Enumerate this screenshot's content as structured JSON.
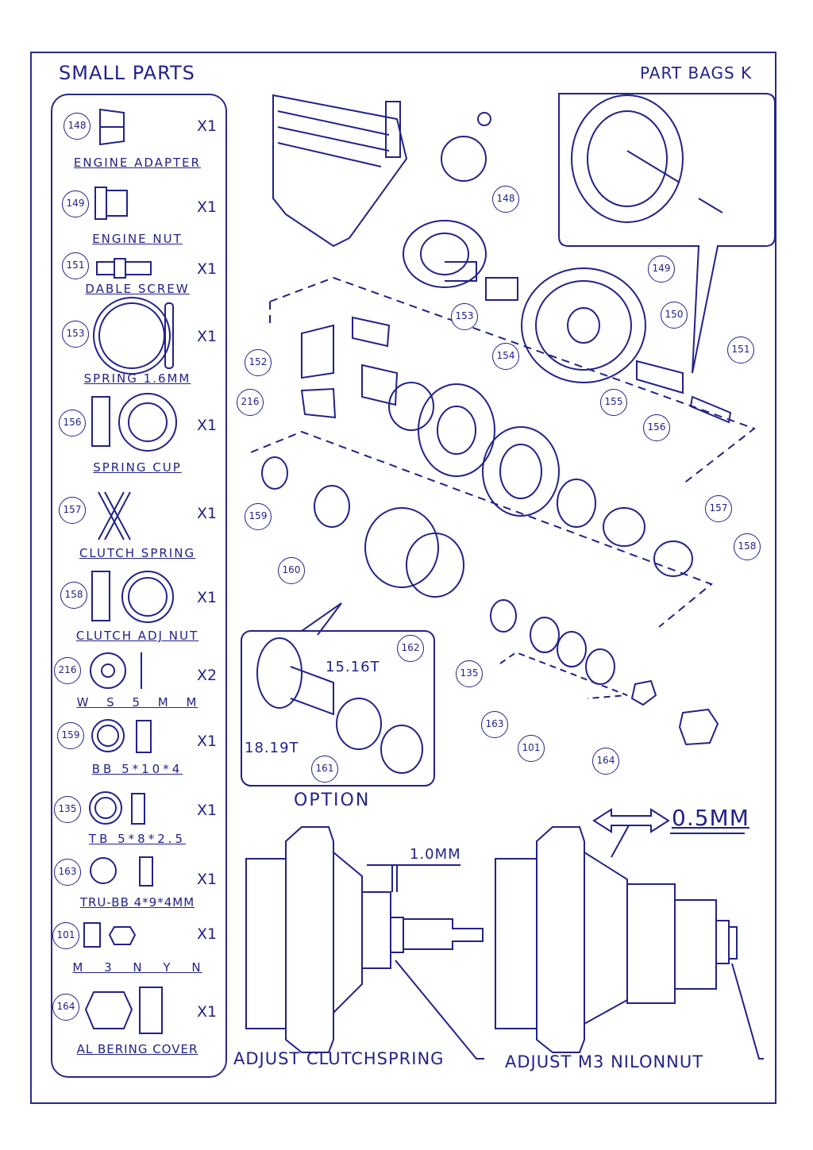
{
  "header": {
    "left_title": "SMALL PARTS",
    "right_title": "PART BAGS K"
  },
  "small_parts": [
    {
      "num": "148",
      "label": "ENGINE ADAPTER",
      "qty": "X1"
    },
    {
      "num": "149",
      "label": "ENGINE NUT",
      "qty": "X1"
    },
    {
      "num": "151",
      "label": "DABLE SCREW",
      "qty": "X1"
    },
    {
      "num": "153",
      "label": "SPRING 1.6MM",
      "qty": "X1"
    },
    {
      "num": "156",
      "label": "SPRING CUP",
      "qty": "X1"
    },
    {
      "num": "157",
      "label": "CLUTCH SPRING",
      "qty": "X1"
    },
    {
      "num": "158",
      "label": "CLUTCH ADJ NUT",
      "qty": "X1"
    },
    {
      "num": "216",
      "label": "W S 5 M M",
      "qty": "X2"
    },
    {
      "num": "159",
      "label": "BB 5*10*4",
      "qty": "X1"
    },
    {
      "num": "135",
      "label": "TB 5*8*2.5",
      "qty": "X1"
    },
    {
      "num": "163",
      "label": "TRU-BB 4*9*4MM",
      "qty": "X1"
    },
    {
      "num": "101",
      "label": "M 3 N Y N",
      "qty": "X1"
    },
    {
      "num": "164",
      "label": "AL BERING COVER",
      "qty": "X1"
    }
  ],
  "callouts": [
    "148",
    "149",
    "150",
    "151",
    "152",
    "153",
    "154",
    "155",
    "156",
    "157",
    "158",
    "159",
    "160",
    "216",
    "135",
    "163",
    "101",
    "164",
    "162",
    "161"
  ],
  "option": {
    "label": "OPTION",
    "gear_a": "15.16T",
    "gear_b": "18.19T"
  },
  "dimensions": {
    "gap_small": "1.0MM",
    "gap_large": "0.5MM"
  },
  "bottom_labels": {
    "left": "ADJUST CLUTCHSPRING",
    "right": "ADJUST M3 NILONNUT"
  },
  "colors": {
    "ink": "#22228a",
    "paper": "#ffffff"
  }
}
